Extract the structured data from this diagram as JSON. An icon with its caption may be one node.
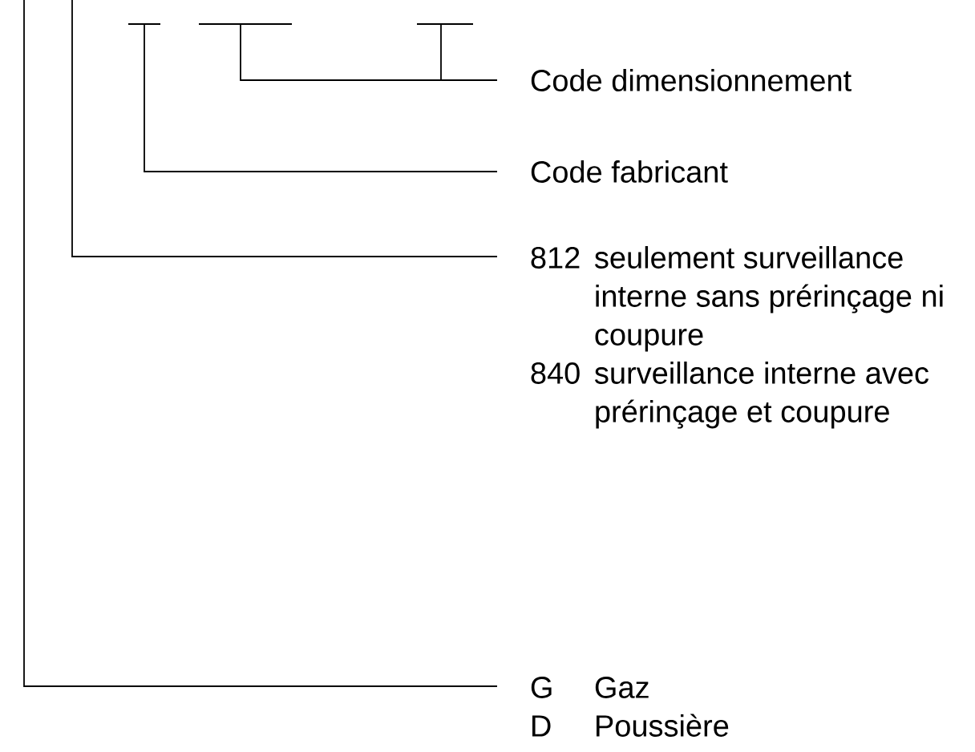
{
  "diagram": {
    "nodes": [
      {
        "text": [
          "Code dimensionnement"
        ]
      },
      {
        "text": [
          "Code fabricant"
        ]
      },
      {
        "text": [
          "812",
          "seulement surveillance interne sans prérinçage ni coupure",
          "840",
          "surveillance interne avec prérinçage et coupure"
        ]
      },
      {
        "text": [
          "G",
          "Gaz",
          "D",
          "Poussière"
        ]
      }
    ],
    "edges": [
      {
        "from": 0,
        "to": null,
        "arrow": "none"
      },
      {
        "from": 0,
        "to": null,
        "arrow": "none"
      },
      {
        "from": 1,
        "to": null,
        "arrow": "none"
      },
      {
        "from": 2,
        "to": null,
        "arrow": "none"
      },
      {
        "from": 3,
        "to": null,
        "arrow": "none"
      }
    ]
  }
}
